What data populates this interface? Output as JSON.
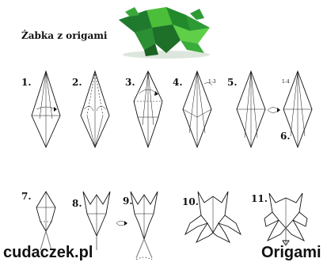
{
  "title": "Żabka z origami",
  "image": {
    "subject": "frog-photo"
  },
  "steps": [
    {
      "label": "1."
    },
    {
      "label": "2."
    },
    {
      "label": "3."
    },
    {
      "label": "4."
    },
    {
      "label": "5."
    },
    {
      "label": "6."
    },
    {
      "label": "7."
    },
    {
      "label": "8."
    },
    {
      "label": "9."
    },
    {
      "label": "10."
    },
    {
      "label": "11."
    }
  ],
  "step_annotations": {
    "step4": "1-3",
    "step5": "1-4"
  },
  "footer": {
    "site": "cudaczek.pl",
    "brand": "Origami"
  },
  "colors": {
    "frog_dark": "#1f7a2e",
    "frog_light": "#4cbf3a",
    "ink": "#111111"
  }
}
